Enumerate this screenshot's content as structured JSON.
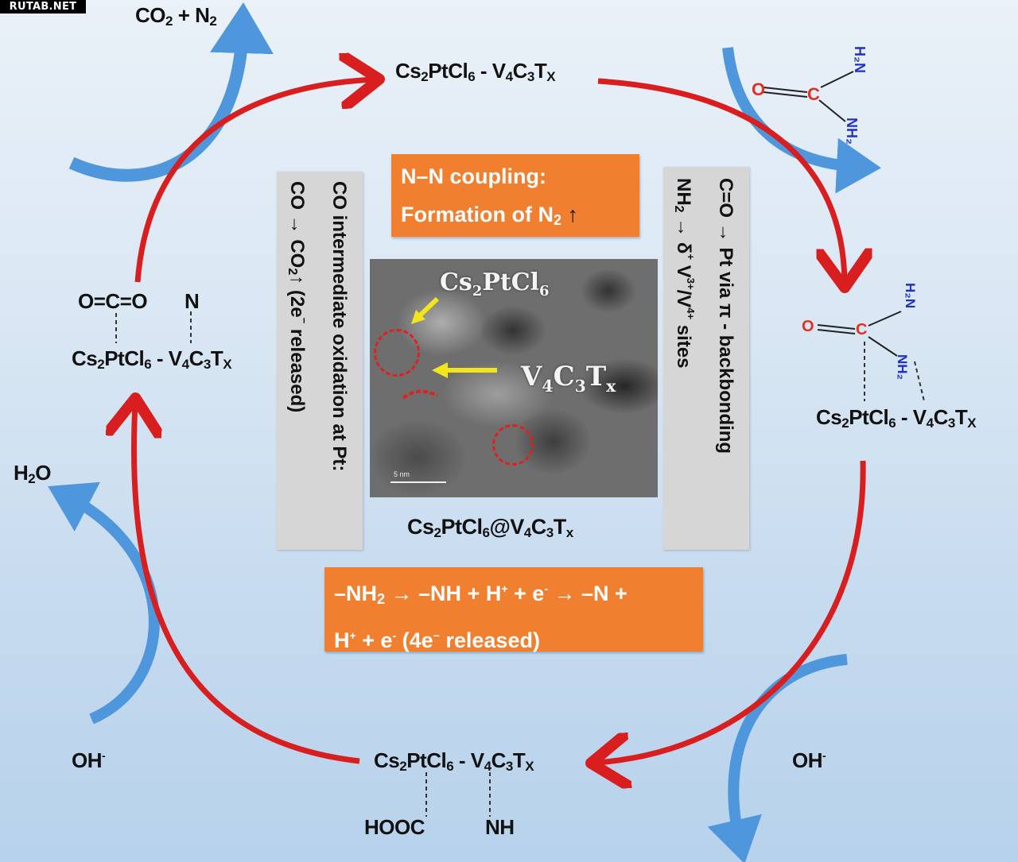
{
  "watermark": "RUTAB.NET",
  "colors": {
    "cycle_arrow": "#d81e1e",
    "side_arrow": "#4f97dc",
    "orange_box": "#f08030",
    "grey_box": "#d6d6d6",
    "atom_red": "#e03020",
    "atom_blue": "#2030c0"
  },
  "cycle": {
    "top": {
      "a": "Cs",
      "a_sub": "2",
      "b": "PtCl",
      "b_sub": "6",
      "c": " - V",
      "c_sub": "4",
      "d": "C",
      "d_sub": "3",
      "e": "T",
      "e_sub": "X"
    },
    "right": {
      "complex": {
        "a": "Cs",
        "a_sub": "2",
        "b": "PtCl",
        "b_sub": "6",
        "c": " - V",
        "c_sub": "4",
        "d": "C",
        "d_sub": "3",
        "e": "T",
        "e_sub": "X"
      },
      "urea": {
        "o": "O",
        "c": "C",
        "n_top": "H₂N",
        "n_bottom": "NH₂"
      }
    },
    "bottom": {
      "complex": {
        "a": "Cs",
        "a_sub": "2",
        "b": "PtCl",
        "b_sub": "6",
        "c": " - V",
        "c_sub": "4",
        "d": "C",
        "d_sub": "3",
        "e": "T",
        "e_sub": "X"
      },
      "left_group": "HOOC",
      "right_group": "NH"
    },
    "left": {
      "complex": {
        "a": "Cs",
        "a_sub": "2",
        "b": "PtCl",
        "b_sub": "6",
        "c": " - V",
        "c_sub": "4",
        "d": "C",
        "d_sub": "3",
        "e": "T",
        "e_sub": "X"
      },
      "co2": "O=C=O",
      "n": "N"
    }
  },
  "side_species": {
    "top_left_product": {
      "a": "CO",
      "a_sub": "2",
      "b": " + N",
      "b_sub": "2"
    },
    "top_right_reactant": "urea",
    "left_product": {
      "a": "H",
      "a_sub": "2",
      "b": "O"
    },
    "left_reactant": {
      "a": "OH",
      "a_sup": "-"
    },
    "right_reactant": {
      "a": "OH",
      "a_sup": "-"
    }
  },
  "boxes": {
    "n_n_coupling": {
      "line1": "N–N coupling:",
      "line2": "Formation of N",
      "line2_sub": "2",
      "arrow": "↑"
    },
    "deprotonation": {
      "line1_a": "–NH",
      "line1_a_sub": "2",
      "line1_b": " → –NH + H",
      "line1_b_sup": "+",
      "line1_c": " + e",
      "line1_c_sup": "-",
      "line1_d": " → –N +",
      "line2_a": "H",
      "line2_a_sup": "+",
      "line2_b": " + e",
      "line2_b_sup": "-",
      "line2_c": "  (4e",
      "line2_c_sup": "−",
      "line2_d": " released)"
    },
    "co_oxidation": {
      "line1": "CO intermediate oxidation at Pt:",
      "line2_a": "CO → CO",
      "line2_a_sub": "2",
      "line2_b": "↑ (2e",
      "line2_b_sup": "−",
      "line2_c": " released)"
    },
    "backbonding": {
      "line1": "C=O → Pt via π - backbonding",
      "line2_a": "NH",
      "line2_a_sub": "2",
      "line2_b": " → δ",
      "line2_b_sup": "+",
      "line2_c": " V",
      "line2_c_sup": "3+",
      "line2_d": "/V",
      "line2_d_sup": "4+",
      "line2_e": " sites"
    }
  },
  "micrograph": {
    "label_pt": {
      "a": "Cs",
      "a_sub": "2",
      "b": "PtCl",
      "b_sub": "6"
    },
    "label_mxene": {
      "a": "V",
      "a_sub": "4",
      "b": "C",
      "b_sub": "3",
      "c": "T",
      "c_sub": "x"
    },
    "scale_text": "5 nm",
    "caption": {
      "a": "Cs",
      "a_sub": "2",
      "b": "PtCl",
      "b_sub": "6",
      "c": "@V",
      "c_sub": "4",
      "d": "C",
      "d_sub": "3",
      "e": "T",
      "e_sub": "x"
    }
  }
}
